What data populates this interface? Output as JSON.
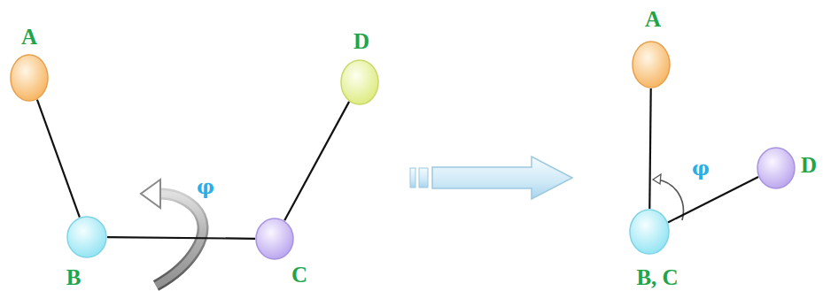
{
  "diagram": {
    "nodes": [
      {
        "text": [
          "A"
        ]
      },
      {
        "text": [
          "B"
        ]
      },
      {
        "text": [
          "C"
        ]
      },
      {
        "text": [
          "D"
        ]
      },
      {
        "text": [
          "A"
        ]
      },
      {
        "text": [
          "B, C"
        ]
      },
      {
        "text": [
          "D"
        ]
      }
    ],
    "edges": [
      {
        "from": 0,
        "to": 1,
        "arrow": "none"
      },
      {
        "from": 1,
        "to": 2,
        "arrow": "none"
      },
      {
        "from": 2,
        "to": 3,
        "arrow": "none"
      },
      {
        "from": 4,
        "to": 5,
        "arrow": "none"
      },
      {
        "from": 5,
        "to": 6,
        "arrow": "none"
      }
    ],
    "labels": [
      "φ",
      "φ"
    ]
  }
}
